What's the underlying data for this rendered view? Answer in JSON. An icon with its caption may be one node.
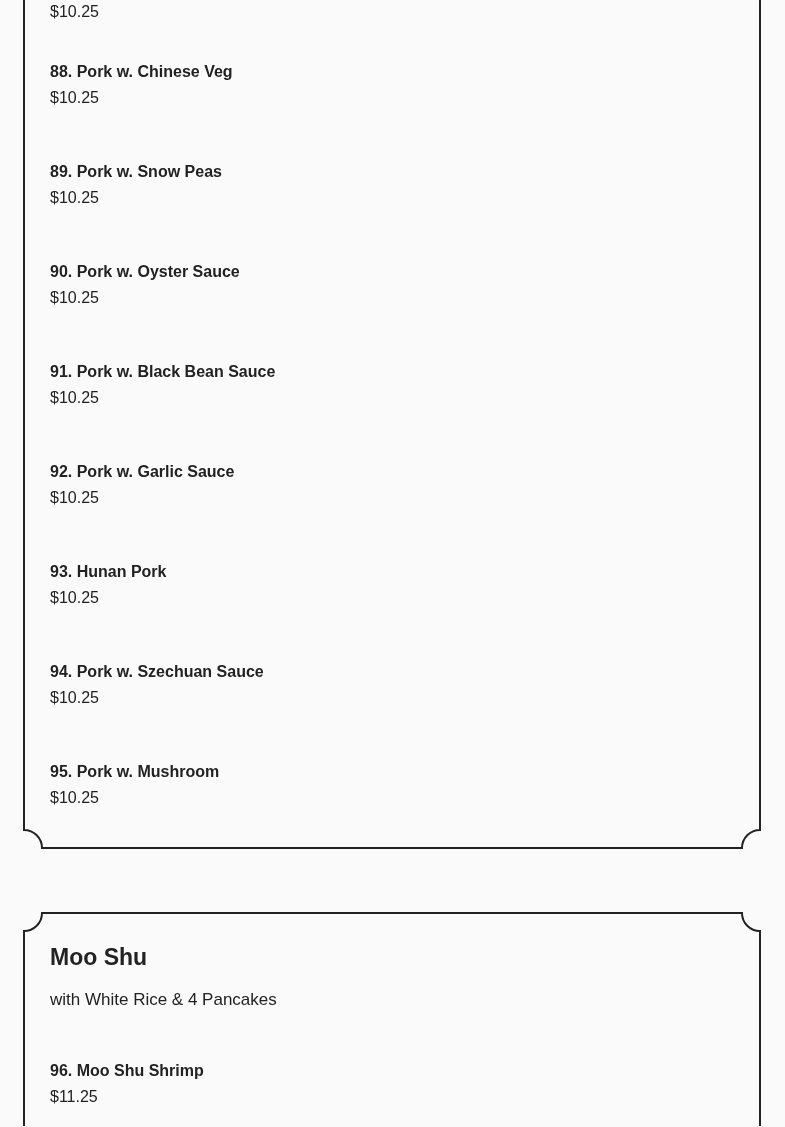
{
  "diagram": {
    "nodes": [
      {
        "text": [
          "$10.25",
          "88. Pork w. Chinese Veg",
          "$10.25",
          "89. Pork w. Snow Peas",
          "$10.25",
          "90. Pork w. Oyster Sauce",
          "$10.25",
          "91. Pork w. Black Bean Sauce",
          "$10.25",
          "92. Pork w. Garlic Sauce",
          "$10.25",
          "93. Hunan Pork",
          "$10.25",
          "94. Pork w. Szechuan Sauce",
          "$10.25",
          "95. Pork w. Mushroom",
          "$10.25"
        ]
      },
      {
        "text": [
          "Moo Shu",
          "with White Rice & 4 Pancakes",
          "96. Moo Shu Shrimp",
          "$11.25"
        ]
      }
    ]
  }
}
